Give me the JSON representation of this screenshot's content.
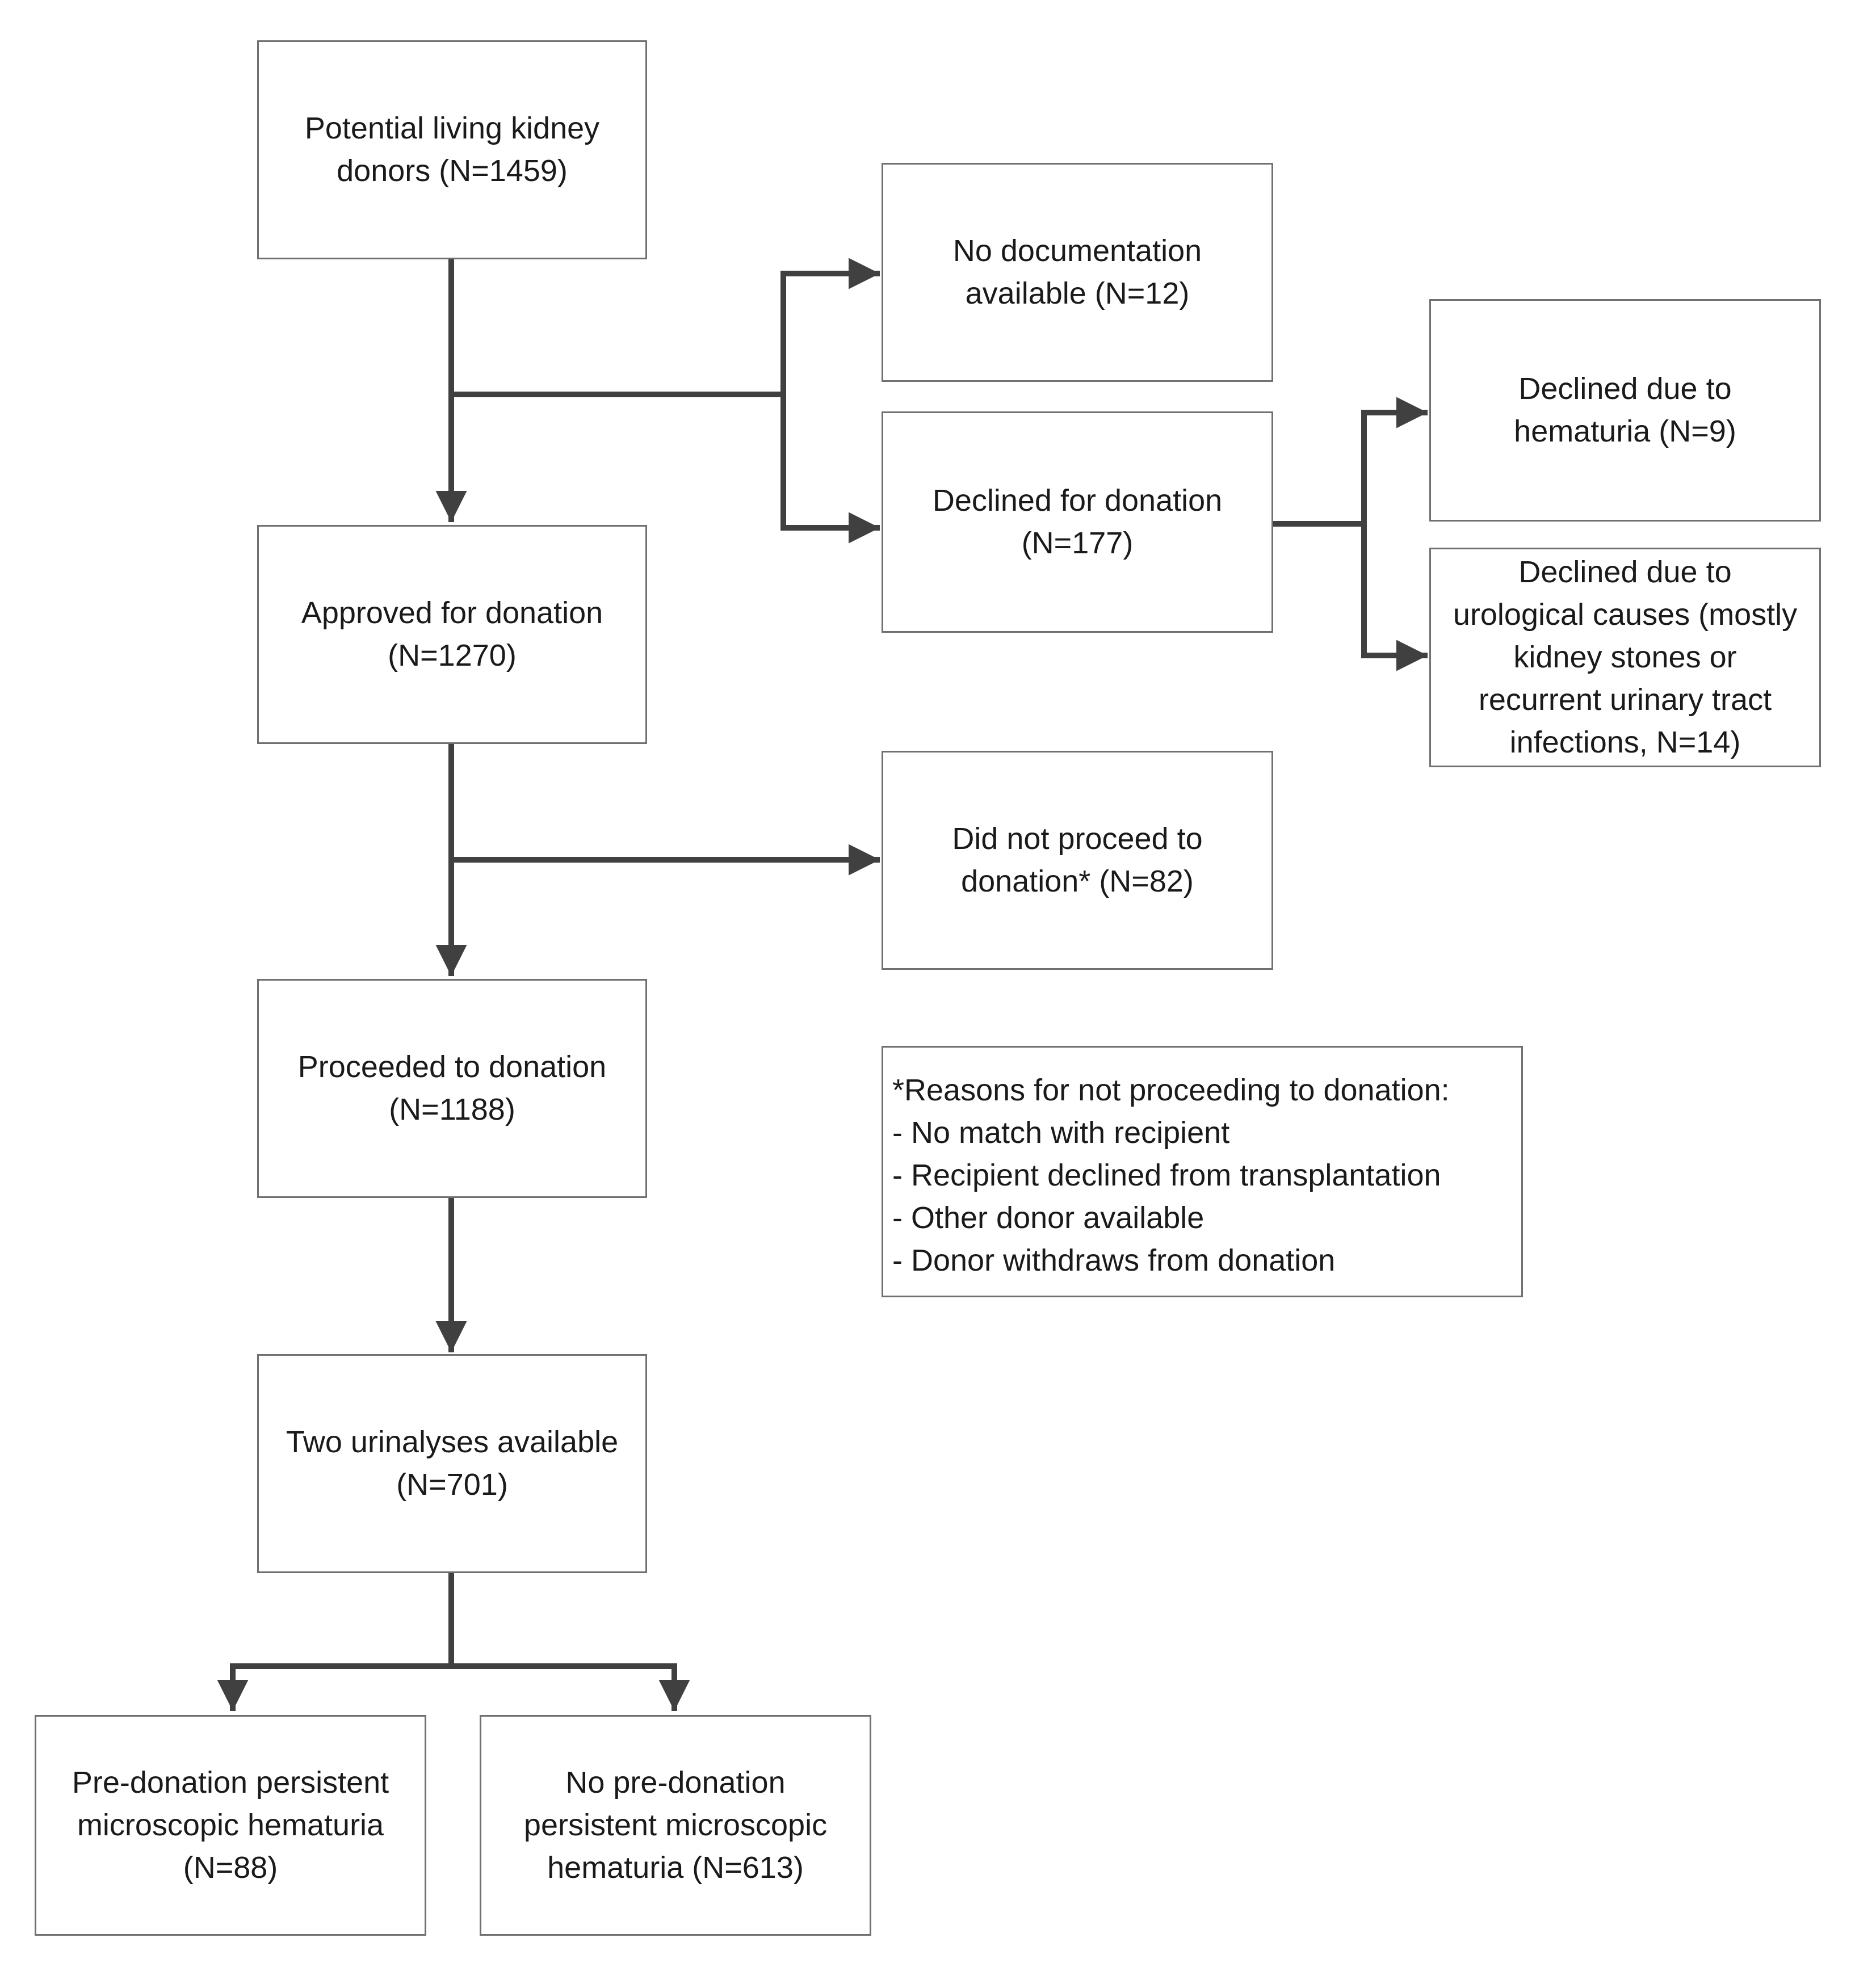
{
  "colors": {
    "connector": "#404040",
    "box_border": "#707070",
    "text": "#1a1a1a",
    "background": "#ffffff"
  },
  "boxes": {
    "potential_donors": {
      "lines": [
        "Potential living kidney",
        "donors (N=1459)"
      ]
    },
    "no_documentation": {
      "lines": [
        "No documentation",
        "available (N=12)"
      ]
    },
    "declined_for_donation": {
      "lines": [
        "Declined for donation",
        "(N=177)"
      ]
    },
    "declined_hematuria": {
      "lines": [
        "Declined due to",
        "hematuria (N=9)"
      ]
    },
    "declined_urological": {
      "lines": [
        "Declined due to",
        "urological causes (mostly",
        "kidney stones or",
        "recurrent urinary tract",
        "infections, N=14)"
      ]
    },
    "approved": {
      "lines": [
        "Approved for donation",
        "(N=1270)"
      ]
    },
    "did_not_proceed": {
      "lines": [
        "Did not proceed to",
        "donation* (N=82)"
      ]
    },
    "proceeded": {
      "lines": [
        "Proceeded to donation",
        "(N=1188)"
      ]
    },
    "two_urinalyses": {
      "lines": [
        "Two urinalyses available",
        "(N=701)"
      ]
    },
    "persistent_hematuria": {
      "lines": [
        "Pre-donation persistent",
        "microscopic hematuria",
        "(N=88)"
      ]
    },
    "no_persistent_hematuria": {
      "lines": [
        "No pre-donation",
        "persistent microscopic",
        "hematuria (N=613)"
      ]
    }
  },
  "note": {
    "lines": [
      "*Reasons for not proceeding to donation:",
      "- No match with recipient",
      "- Recipient declined from transplantation",
      "- Other donor available",
      "- Donor withdraws from donation"
    ]
  }
}
